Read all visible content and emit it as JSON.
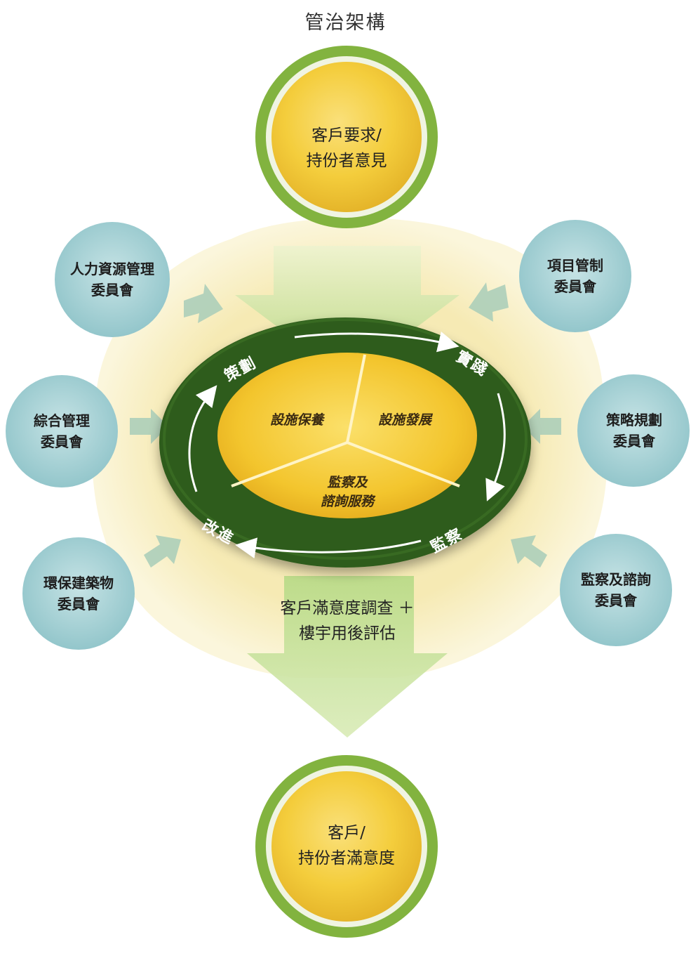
{
  "title": "管治架構",
  "top_circle": {
    "line1": "客戶要求/",
    "line2": "持份者意見"
  },
  "bottom_circle": {
    "line1": "客戶/",
    "line2": "持份者滿意度"
  },
  "survey": {
    "line1": "客戶滿意度調查 ＋",
    "line2": "樓宇用後評估"
  },
  "committees": {
    "hr": {
      "line1": "人力資源管理",
      "line2": "委員會"
    },
    "integrated": {
      "line1": "綜合管理",
      "line2": "委員會"
    },
    "green": {
      "line1": "環保建築物",
      "line2": "委員會"
    },
    "project": {
      "line1": "項目管制",
      "line2": "委員會"
    },
    "strategy": {
      "line1": "策略規劃",
      "line2": "委員會"
    },
    "monitor": {
      "line1": "監察及諮詢",
      "line2": "委員會"
    }
  },
  "cycle": {
    "plan": "策劃",
    "practice": "實踐",
    "monitor": "監察",
    "improve": "改進"
  },
  "segments": {
    "maintenance": "設施保養",
    "development": "設施發展",
    "advisory_line1": "監察及",
    "advisory_line2": "諮詢服務"
  },
  "colors": {
    "ring_dark_green": "#2e5a1a",
    "circle_border_green": "#7fb13c",
    "yellow": "#f5cf3f",
    "pale_yellow": "#f3e7a9",
    "teal_circle": "#a9d2d6",
    "arrow_green": "#b7d88a"
  }
}
